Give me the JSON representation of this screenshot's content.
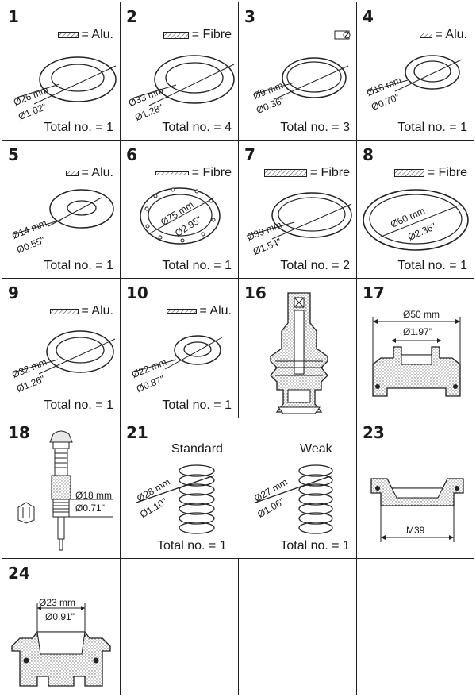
{
  "colors": {
    "line": "#222222",
    "hatch": "#555555",
    "fill_grey": "#d8d8d8",
    "fill_light": "#efefef"
  },
  "cells": {
    "c1": {
      "num": "1",
      "mat_eq": "= Alu.",
      "d_mm": "Ø26 mm",
      "d_in": "Ø1.02\"",
      "total": "Total no. = 1"
    },
    "c2": {
      "num": "2",
      "mat_eq": "= Fibre",
      "d_mm": "Ø33 mm",
      "d_in": "Ø1.28\"",
      "total": "Total no. = 4"
    },
    "c3": {
      "num": "3",
      "d_mm": "Ø9 mm",
      "d_in": "Ø0.36\"",
      "total": "Total no. = 3"
    },
    "c4": {
      "num": "4",
      "mat_eq": "= Alu.",
      "d_mm": "Ø18 mm",
      "d_in": "Ø0.70\"",
      "total": "Total no. = 1"
    },
    "c5": {
      "num": "5",
      "mat_eq": "= Alu.",
      "d_mm": "Ø14 mm",
      "d_in": "Ø0.55\"",
      "total": "Total no. = 1"
    },
    "c6": {
      "num": "6",
      "mat_eq": "= Fibre",
      "d_mm": "Ø75 mm",
      "d_in": "Ø2.95\"",
      "total": "Total no. = 1"
    },
    "c7": {
      "num": "7",
      "mat_eq": "= Fibre",
      "d_mm": "Ø39 mm",
      "d_in": "Ø1.54\"",
      "total": "Total no. = 2"
    },
    "c8": {
      "num": "8",
      "mat_eq": "= Fibre",
      "d_mm": "Ø60 mm",
      "d_in": "Ø2.36\"",
      "total": "Total no. = 1"
    },
    "c9": {
      "num": "9",
      "mat_eq": "= Alu.",
      "d_mm": "Ø32 mm",
      "d_in": "Ø1.26\"",
      "total": "Total no. = 1"
    },
    "c10": {
      "num": "10",
      "mat_eq": "= Alu.",
      "d_mm": "Ø22 mm",
      "d_in": "Ø0.87\"",
      "total": "Total no. = 1"
    },
    "c16": {
      "num": "16"
    },
    "c17": {
      "num": "17",
      "d_mm": "Ø50 mm",
      "d_in": "Ø1.97\""
    },
    "c18": {
      "num": "18",
      "d_mm": "Ø18 mm",
      "d_in": "Ø0.71\""
    },
    "c21": {
      "num": "21",
      "standard": {
        "label": "Standard",
        "d_mm": "Ø28 mm",
        "d_in": "Ø1.10\"",
        "total": "Total no. = 1"
      },
      "weak": {
        "label": "Weak",
        "d_mm": "Ø27 mm",
        "d_in": "Ø1.06\"",
        "total": "Total no. = 1"
      }
    },
    "c23": {
      "num": "23",
      "thread": "M39"
    },
    "c24": {
      "num": "24",
      "d_mm": "Ø23 mm",
      "d_in": "Ø0.91\""
    }
  }
}
